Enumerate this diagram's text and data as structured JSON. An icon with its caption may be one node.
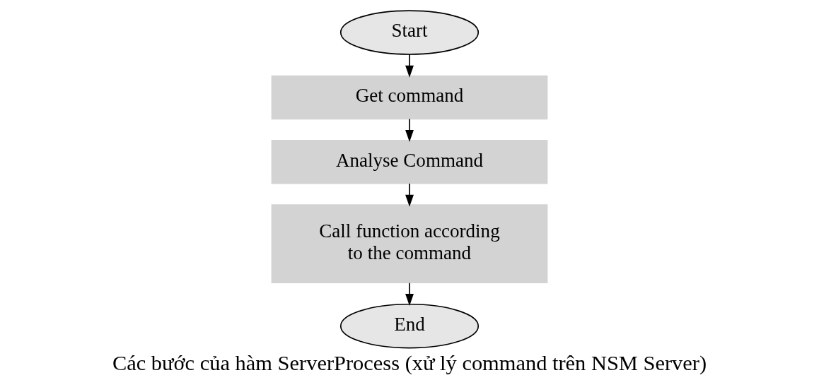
{
  "diagram": {
    "caption": "Các bước của hàm ServerProcess (xử lý command trên NSM Server)",
    "nodes": [
      {
        "text": [
          "Start"
        ]
      },
      {
        "text": [
          "Get command"
        ]
      },
      {
        "text": [
          "Analyse Command"
        ]
      },
      {
        "text": [
          "Call function according to the command"
        ]
      },
      {
        "text": [
          "End"
        ]
      }
    ],
    "edges": [
      {
        "from": 0,
        "to": 1,
        "arrow": "to"
      },
      {
        "from": 1,
        "to": 2,
        "arrow": "to"
      },
      {
        "from": 2,
        "to": 3,
        "arrow": "to"
      },
      {
        "from": 3,
        "to": 4,
        "arrow": "to"
      }
    ]
  }
}
